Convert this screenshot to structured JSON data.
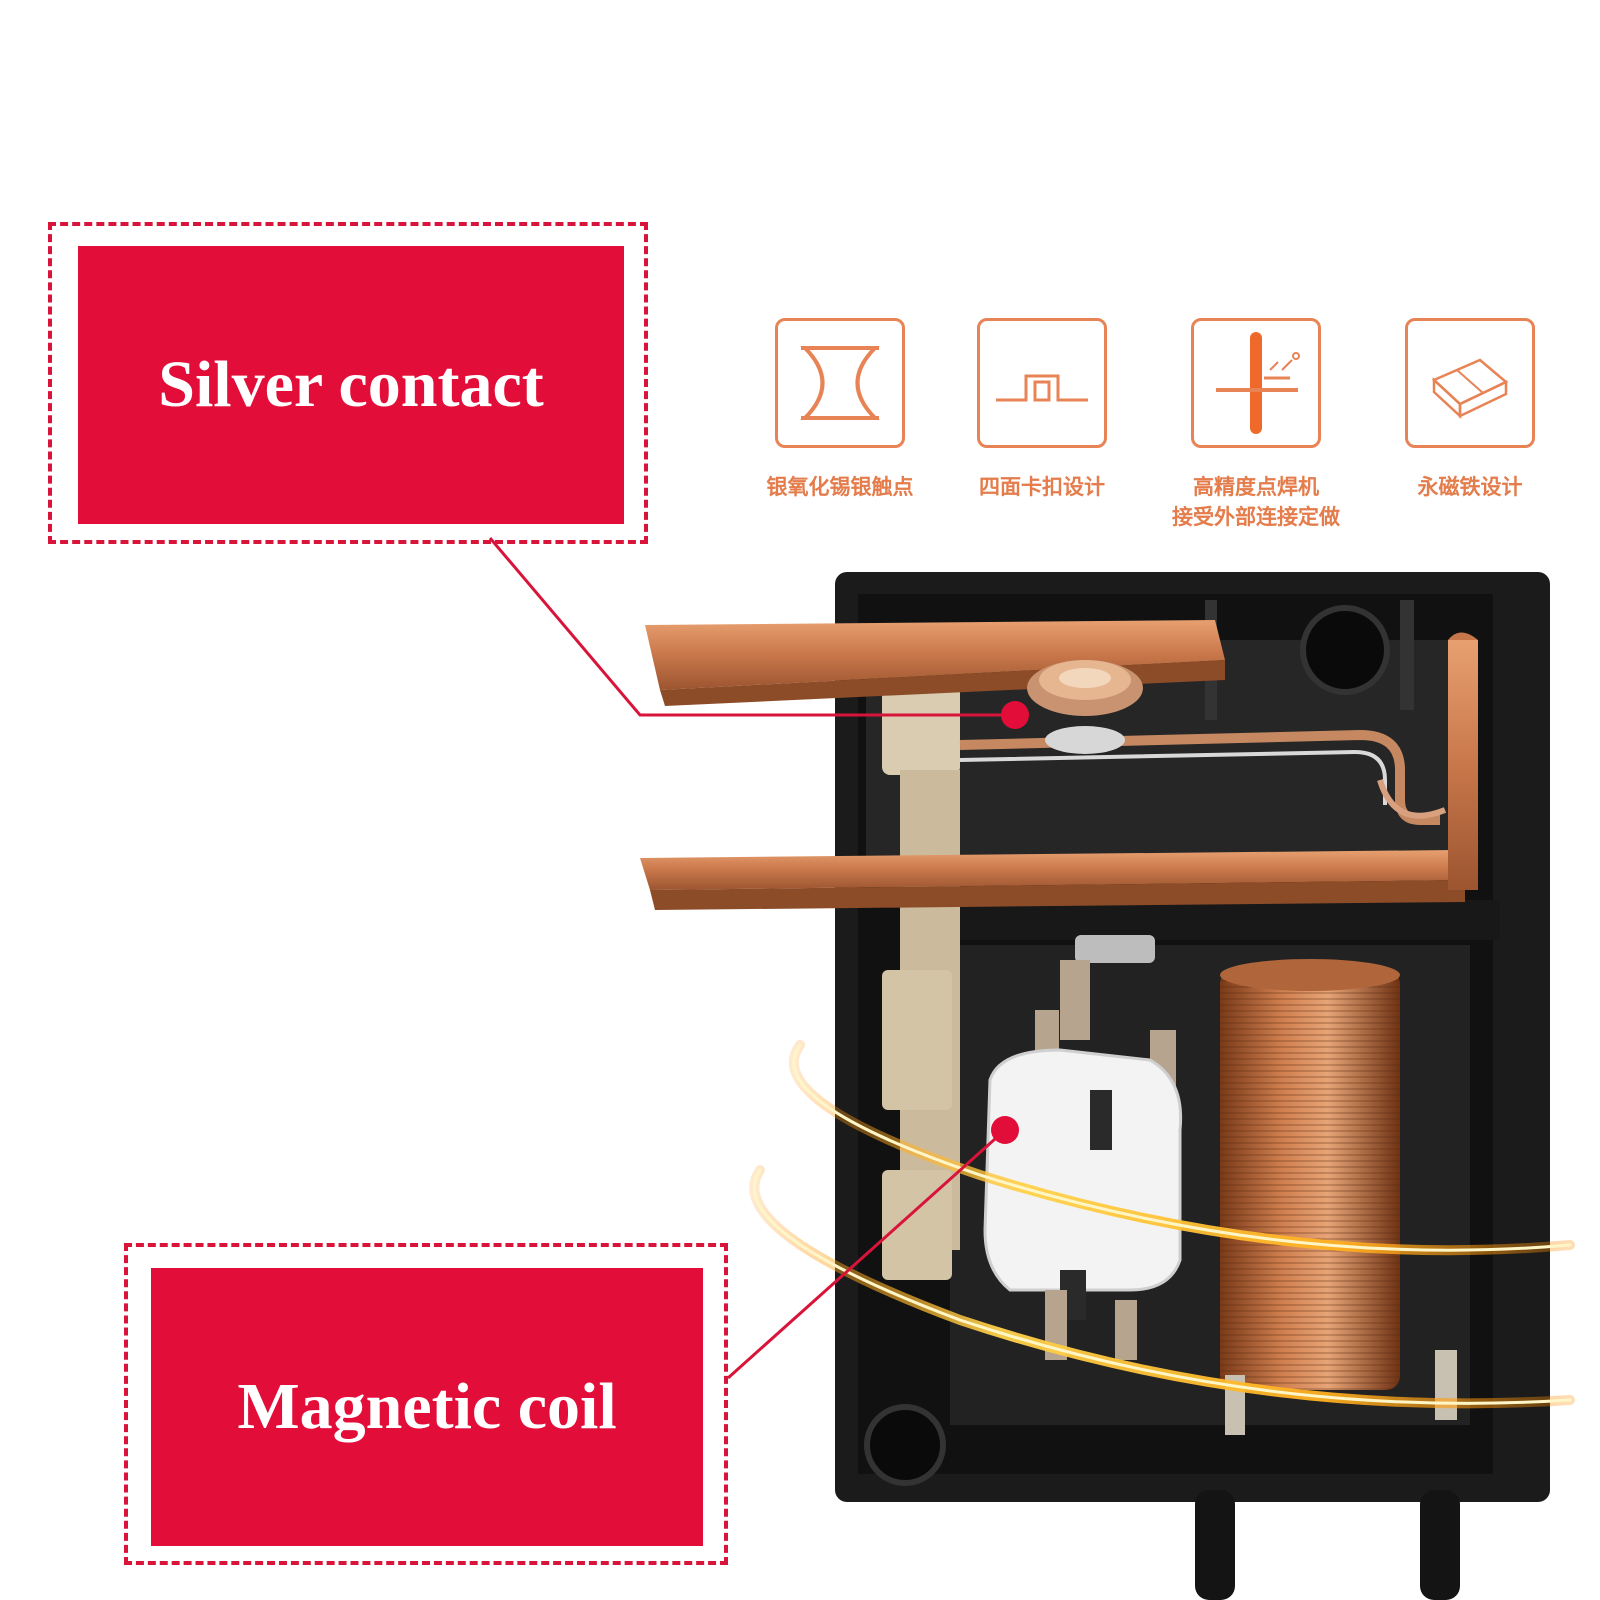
{
  "labels": {
    "silver_contact": "Silver contact",
    "magnetic_coil": "Magnetic coil"
  },
  "features": [
    {
      "icon": "contact-shape-icon",
      "caption_lines": [
        "银氧化锡银触点"
      ]
    },
    {
      "icon": "snap-fit-icon",
      "caption_lines": [
        "四面卡扣设计"
      ]
    },
    {
      "icon": "spot-welder-icon",
      "caption_lines": [
        "高精度点焊机",
        "接受外部连接定做"
      ]
    },
    {
      "icon": "permanent-magnet-icon",
      "caption_lines": [
        "永磁铁设计"
      ]
    }
  ],
  "colors": {
    "accent_red": "#e20d38",
    "icon_orange": "#e88356",
    "copper": "#c8774a",
    "housing": "#1a1a1a",
    "glow": "#ffb020"
  }
}
